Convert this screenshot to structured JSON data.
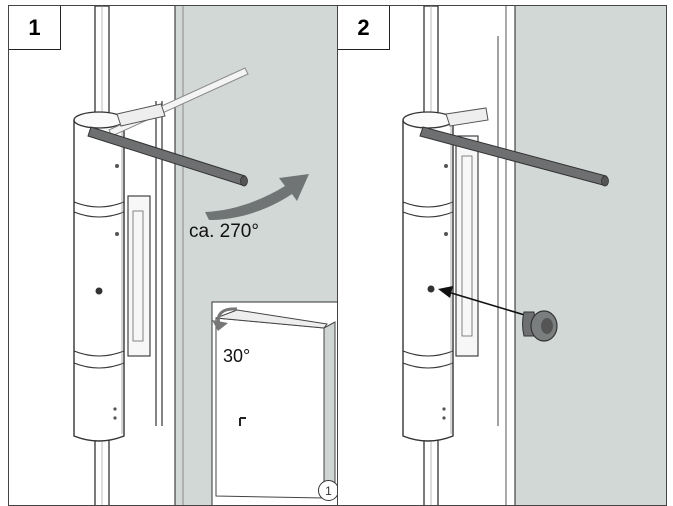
{
  "steps": [
    {
      "number": "1",
      "angle_label": "ca. 270°",
      "inset_angle_label": "30°",
      "inset_marker": "1"
    },
    {
      "number": "2"
    }
  ],
  "colors": {
    "door_leaf": "#d2d8d6",
    "outline": "#2a2a2a",
    "rod": "#6d6f70",
    "arrow": "#707475",
    "hinge_body": "#ffffff"
  },
  "icons": [
    "rotate-arrow-icon",
    "pointer-arrow-icon",
    "cap-plug-icon"
  ]
}
